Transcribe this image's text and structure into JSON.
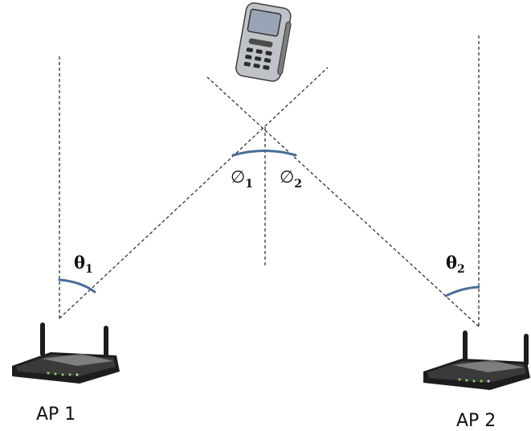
{
  "labels": {
    "theta1": {
      "main": "θ",
      "sub": "1"
    },
    "theta2": {
      "main": "θ",
      "sub": "2"
    },
    "phi1": {
      "main": "∅",
      "sub": "1"
    },
    "phi2": {
      "main": "∅",
      "sub": "2"
    },
    "ap1": "AP 1",
    "ap2": "AP 2"
  },
  "colors": {
    "arc": "#4a6d97",
    "dashed_line": "#222222",
    "router_body": "#1d1d1d",
    "router_top": "#3a3a3a",
    "phone_body": "#c8c8c8",
    "phone_screen": "#9aa3b5"
  },
  "icons": {
    "phone": "mobile-phone-icon",
    "router_left": "wireless-router-icon",
    "router_right": "wireless-router-icon"
  }
}
